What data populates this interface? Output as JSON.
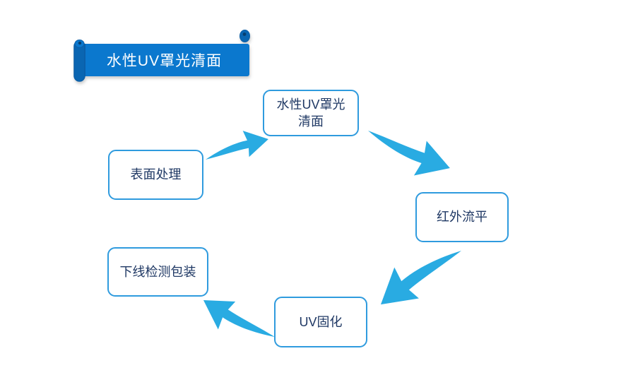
{
  "banner": {
    "label": "水性UV罩光清面"
  },
  "flow": {
    "nodes": [
      {
        "line1": "水性UV罩光",
        "line2": "清面",
        "full_label": "水性UV罩光清面"
      },
      {
        "label": "红外流平"
      },
      {
        "label": "UV固化"
      },
      {
        "label": "下线检测包装"
      },
      {
        "label": "表面处理"
      }
    ],
    "arrows": [
      {
        "from": "表面处理",
        "to": "水性UV罩光清面",
        "direction": "up-right"
      },
      {
        "from": "水性UV罩光清面",
        "to": "红外流平",
        "direction": "down-right"
      },
      {
        "from": "红外流平",
        "to": "UV固化",
        "direction": "down-left"
      },
      {
        "from": "UV固化",
        "to": "下线检测包装",
        "direction": "up-left"
      }
    ]
  },
  "colors": {
    "background": "#FFFFFF",
    "banner_blue": "#0B78CE",
    "banner_roll_blue": "#0A66B2",
    "banner_knob_dot": "#063E70",
    "banner_text": "#FFFFFF",
    "arrow_blue": "#29ABE2",
    "box_border_blue": "#2F9BDE",
    "box_text_navy": "#1F3864"
  }
}
